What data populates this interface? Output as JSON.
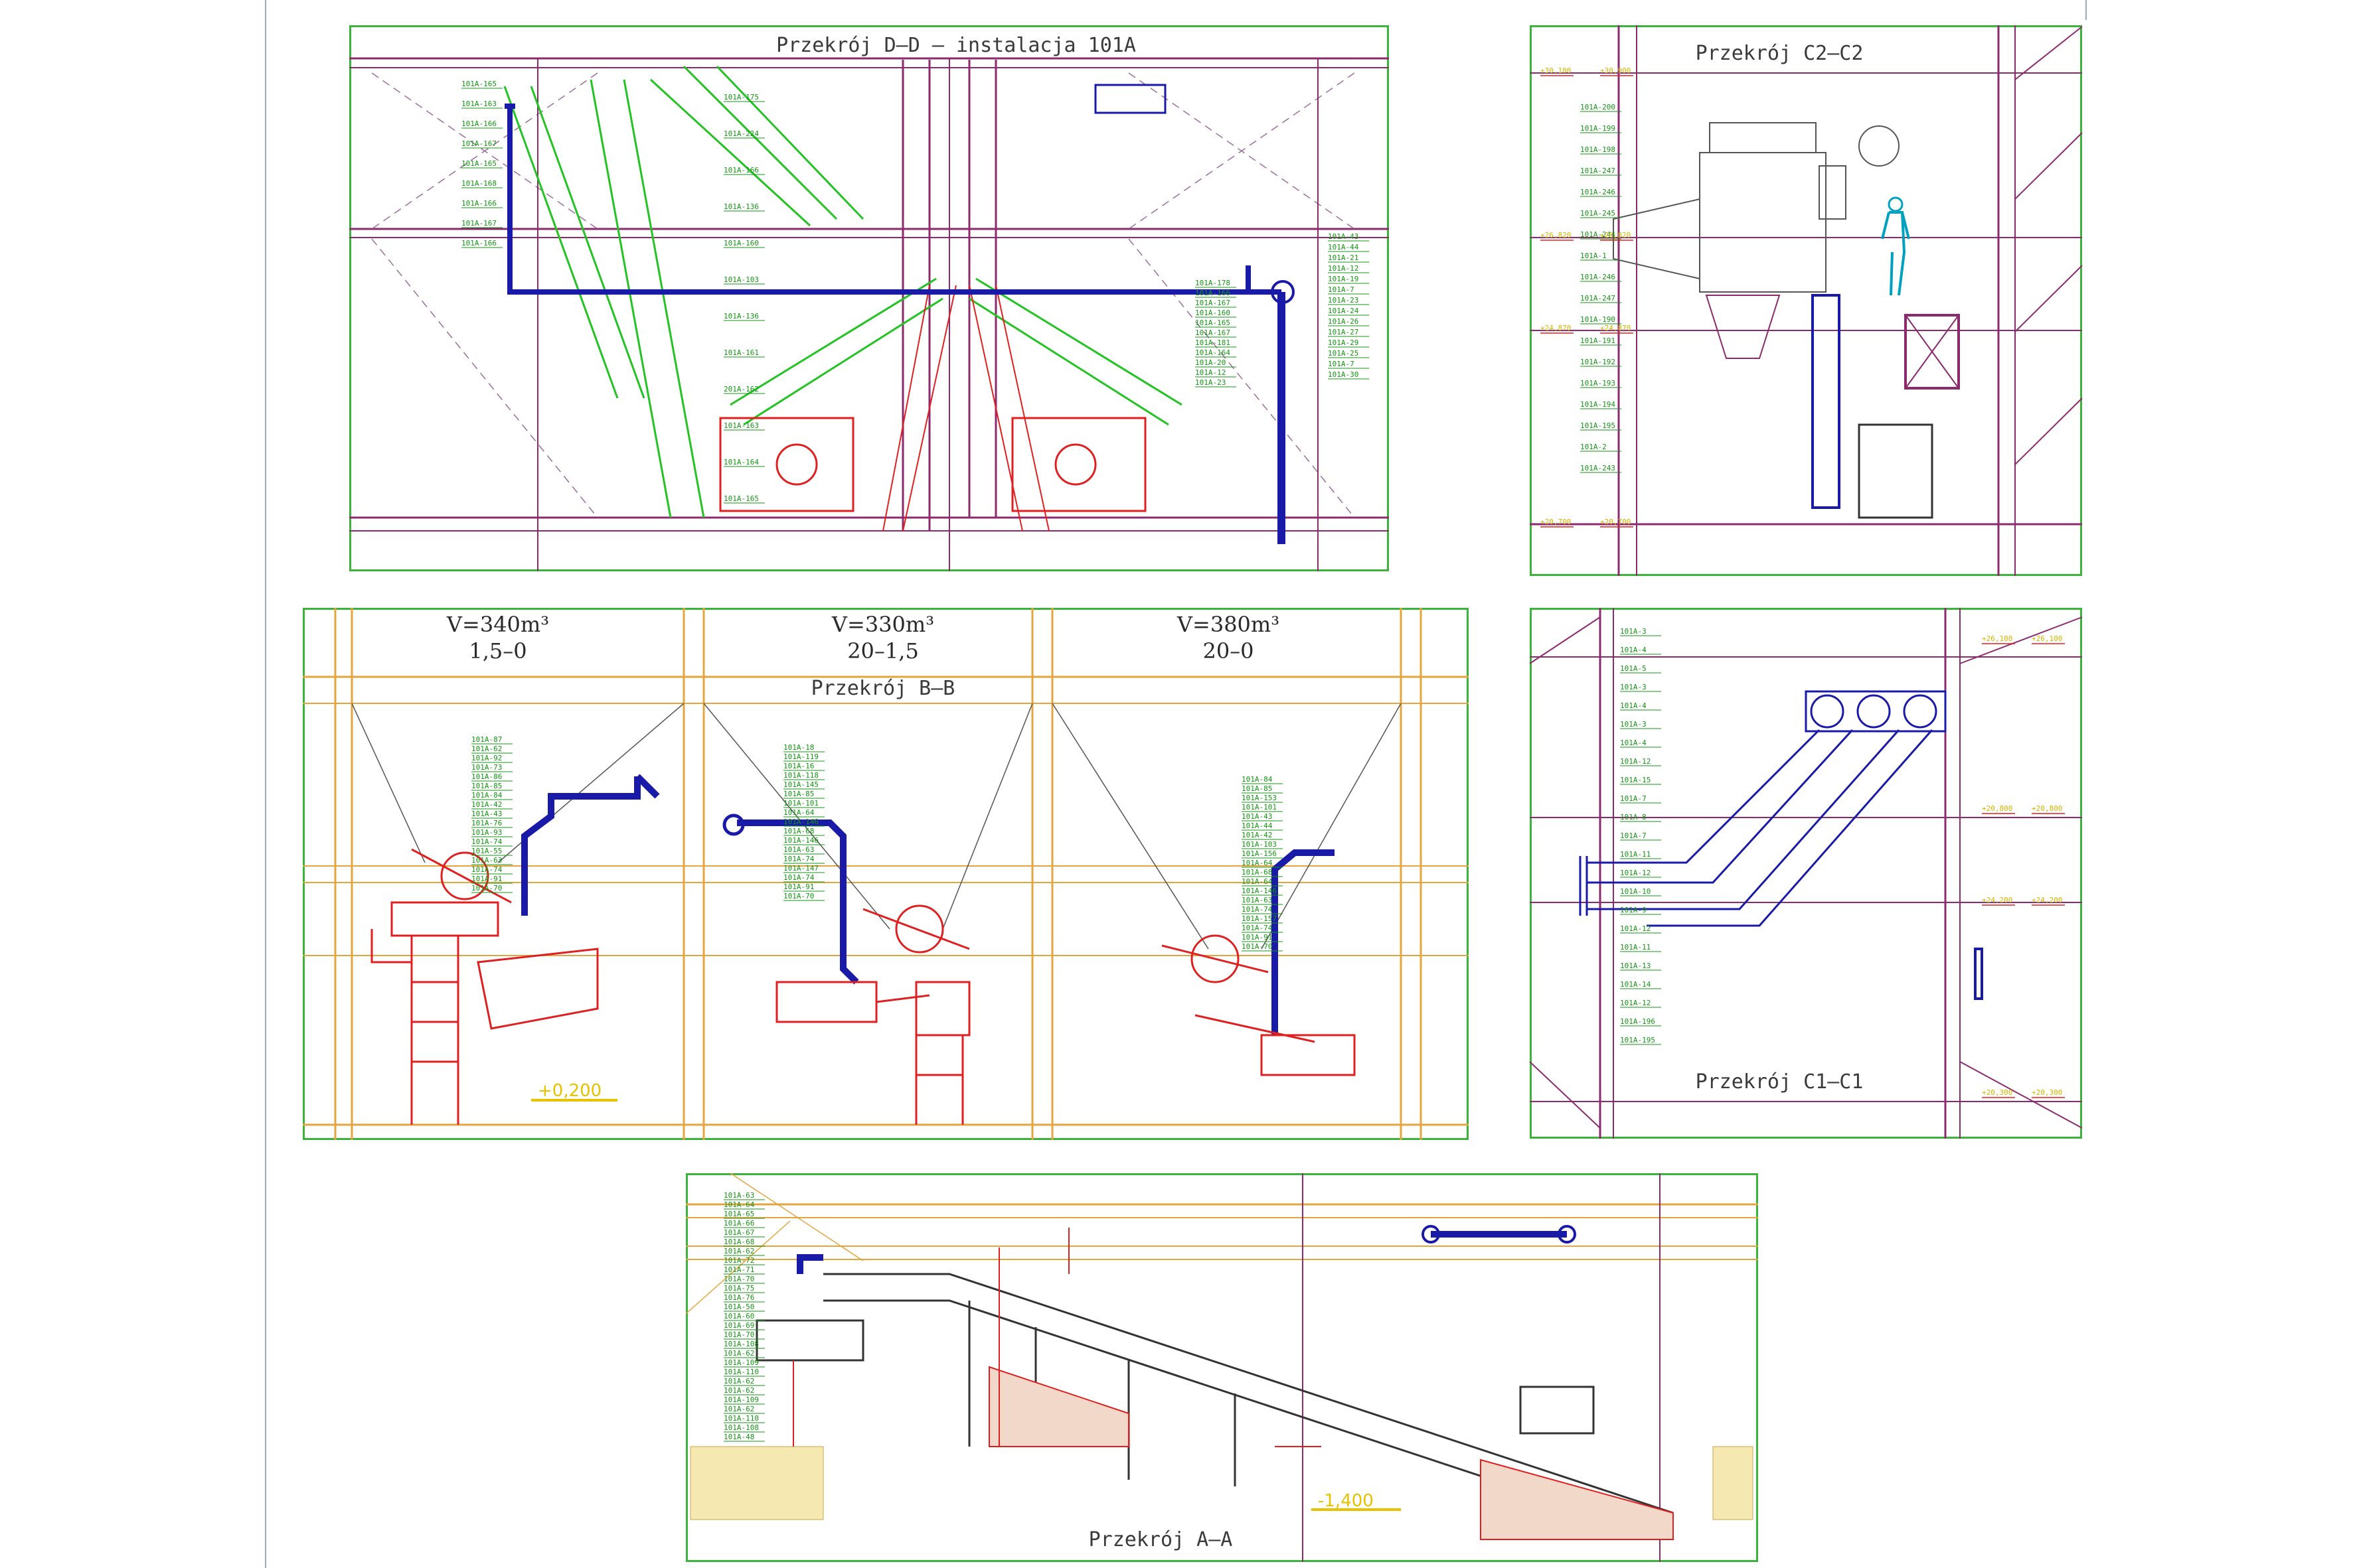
{
  "sheet": {
    "colors": {
      "frame": "#3cb43c",
      "steel": "#8c2a6e",
      "duct": "#1a1aa8",
      "equipment": "#e02020",
      "structure": "#e6a53c",
      "leader": "#149614",
      "level": "#e6c200"
    }
  },
  "views": {
    "dd": {
      "title": "Przekrój D–D – instalacja 101A",
      "tags_left": [
        "101A-165",
        "101A-163",
        "101A-166",
        "101A-167",
        "101A-165",
        "101A-168",
        "101A-166",
        "101A-167",
        "101A-166"
      ],
      "tags_mid": [
        "101A-175",
        "101A-224",
        "101A-166",
        "101A-136",
        "101A-160",
        "101A-103",
        "101A-136",
        "101A-161",
        "201A-162",
        "101A-163",
        "101A-164",
        "101A-165"
      ],
      "tags_right": [
        "101A-43",
        "101A-44",
        "101A-21",
        "101A-12",
        "101A-19",
        "101A-7",
        "101A-23",
        "101A-24",
        "101A-26",
        "101A-27",
        "101A-29",
        "101A-25",
        "101A-7",
        "101A-30"
      ],
      "tags_center": [
        "101A-178",
        "101A-166",
        "101A-167",
        "101A-160",
        "101A-165",
        "101A-167",
        "101A-181",
        "101A-164",
        "101A-20",
        "101A-12",
        "101A-23"
      ]
    },
    "c2": {
      "title": "Przekrój C2–C2",
      "tags": [
        "101A-200",
        "101A-199",
        "101A-198",
        "101A-247",
        "101A-246",
        "101A-245",
        "101A-244",
        "101A-1",
        "101A-246",
        "101A-247",
        "101A-190",
        "101A-191",
        "101A-192",
        "101A-193",
        "101A-194",
        "101A-195",
        "101A-2",
        "101A-243"
      ],
      "levels": [
        "+30,100",
        "+30,900",
        "+26,820",
        "+26,820",
        "+24,870",
        "+24,870",
        "+20,700",
        "+20,700"
      ]
    },
    "bb": {
      "title": "Przekrój B–B",
      "bins": [
        {
          "volume": "V=340m³",
          "fraction": "1,5–0"
        },
        {
          "volume": "V=330m³",
          "fraction": "20–1,5"
        },
        {
          "volume": "V=380m³",
          "fraction": "20–0"
        }
      ],
      "level": "+0,200",
      "tags_a": [
        "101A-87",
        "101A-62",
        "101A-92",
        "101A-73",
        "101A-86",
        "101A-85",
        "101A-84",
        "101A-42",
        "101A-43",
        "101A-76",
        "101A-93",
        "101A-74",
        "101A-55",
        "101A-63",
        "101A-74",
        "101A-91",
        "101A-70"
      ],
      "tags_b": [
        "101A-18",
        "101A-119",
        "101A-16",
        "101A-118",
        "101A-145",
        "101A-85",
        "101A-101",
        "101A-64",
        "101A-146",
        "101A-68",
        "101A-146",
        "101A-63",
        "101A-74",
        "101A-147",
        "101A-74",
        "101A-91",
        "101A-70"
      ],
      "tags_c": [
        "101A-84",
        "101A-85",
        "101A-153",
        "101A-101",
        "101A-43",
        "101A-44",
        "101A-42",
        "101A-103",
        "101A-156",
        "101A-64",
        "101A-68",
        "101A-64",
        "101A-146",
        "101A-63",
        "101A-74",
        "101A-157",
        "101A-74",
        "101A-91",
        "101A-70"
      ]
    },
    "c1": {
      "title": "Przekrój C1–C1",
      "tags": [
        "101A-3",
        "101A-4",
        "101A-5",
        "101A-3",
        "101A-4",
        "101A-3",
        "101A-4",
        "101A-12",
        "101A-15",
        "101A-7",
        "101A-8",
        "101A-7",
        "101A-11",
        "101A-12",
        "101A-10",
        "101A-9",
        "101A-12",
        "101A-11",
        "101A-13",
        "101A-14",
        "101A-12",
        "101A-196",
        "101A-195"
      ],
      "levels": [
        "+26,100",
        "+26,100",
        "+20,800",
        "+20,800",
        "+24,200",
        "+24,200",
        "+20,300",
        "+20,300"
      ]
    },
    "aa": {
      "title": "Przekrój A–A",
      "level": "-1,400",
      "tags": [
        "101A-63",
        "101A-64",
        "101A-65",
        "101A-66",
        "101A-67",
        "101A-68",
        "101A-62",
        "101A-72",
        "101A-71",
        "101A-70",
        "101A-75",
        "101A-76",
        "101A-50",
        "101A-60",
        "101A-69",
        "101A-70",
        "101A-108",
        "101A-62",
        "101A-109",
        "101A-110",
        "101A-62",
        "101A-62",
        "101A-109",
        "101A-62",
        "101A-110",
        "101A-108",
        "101A-48"
      ]
    }
  }
}
